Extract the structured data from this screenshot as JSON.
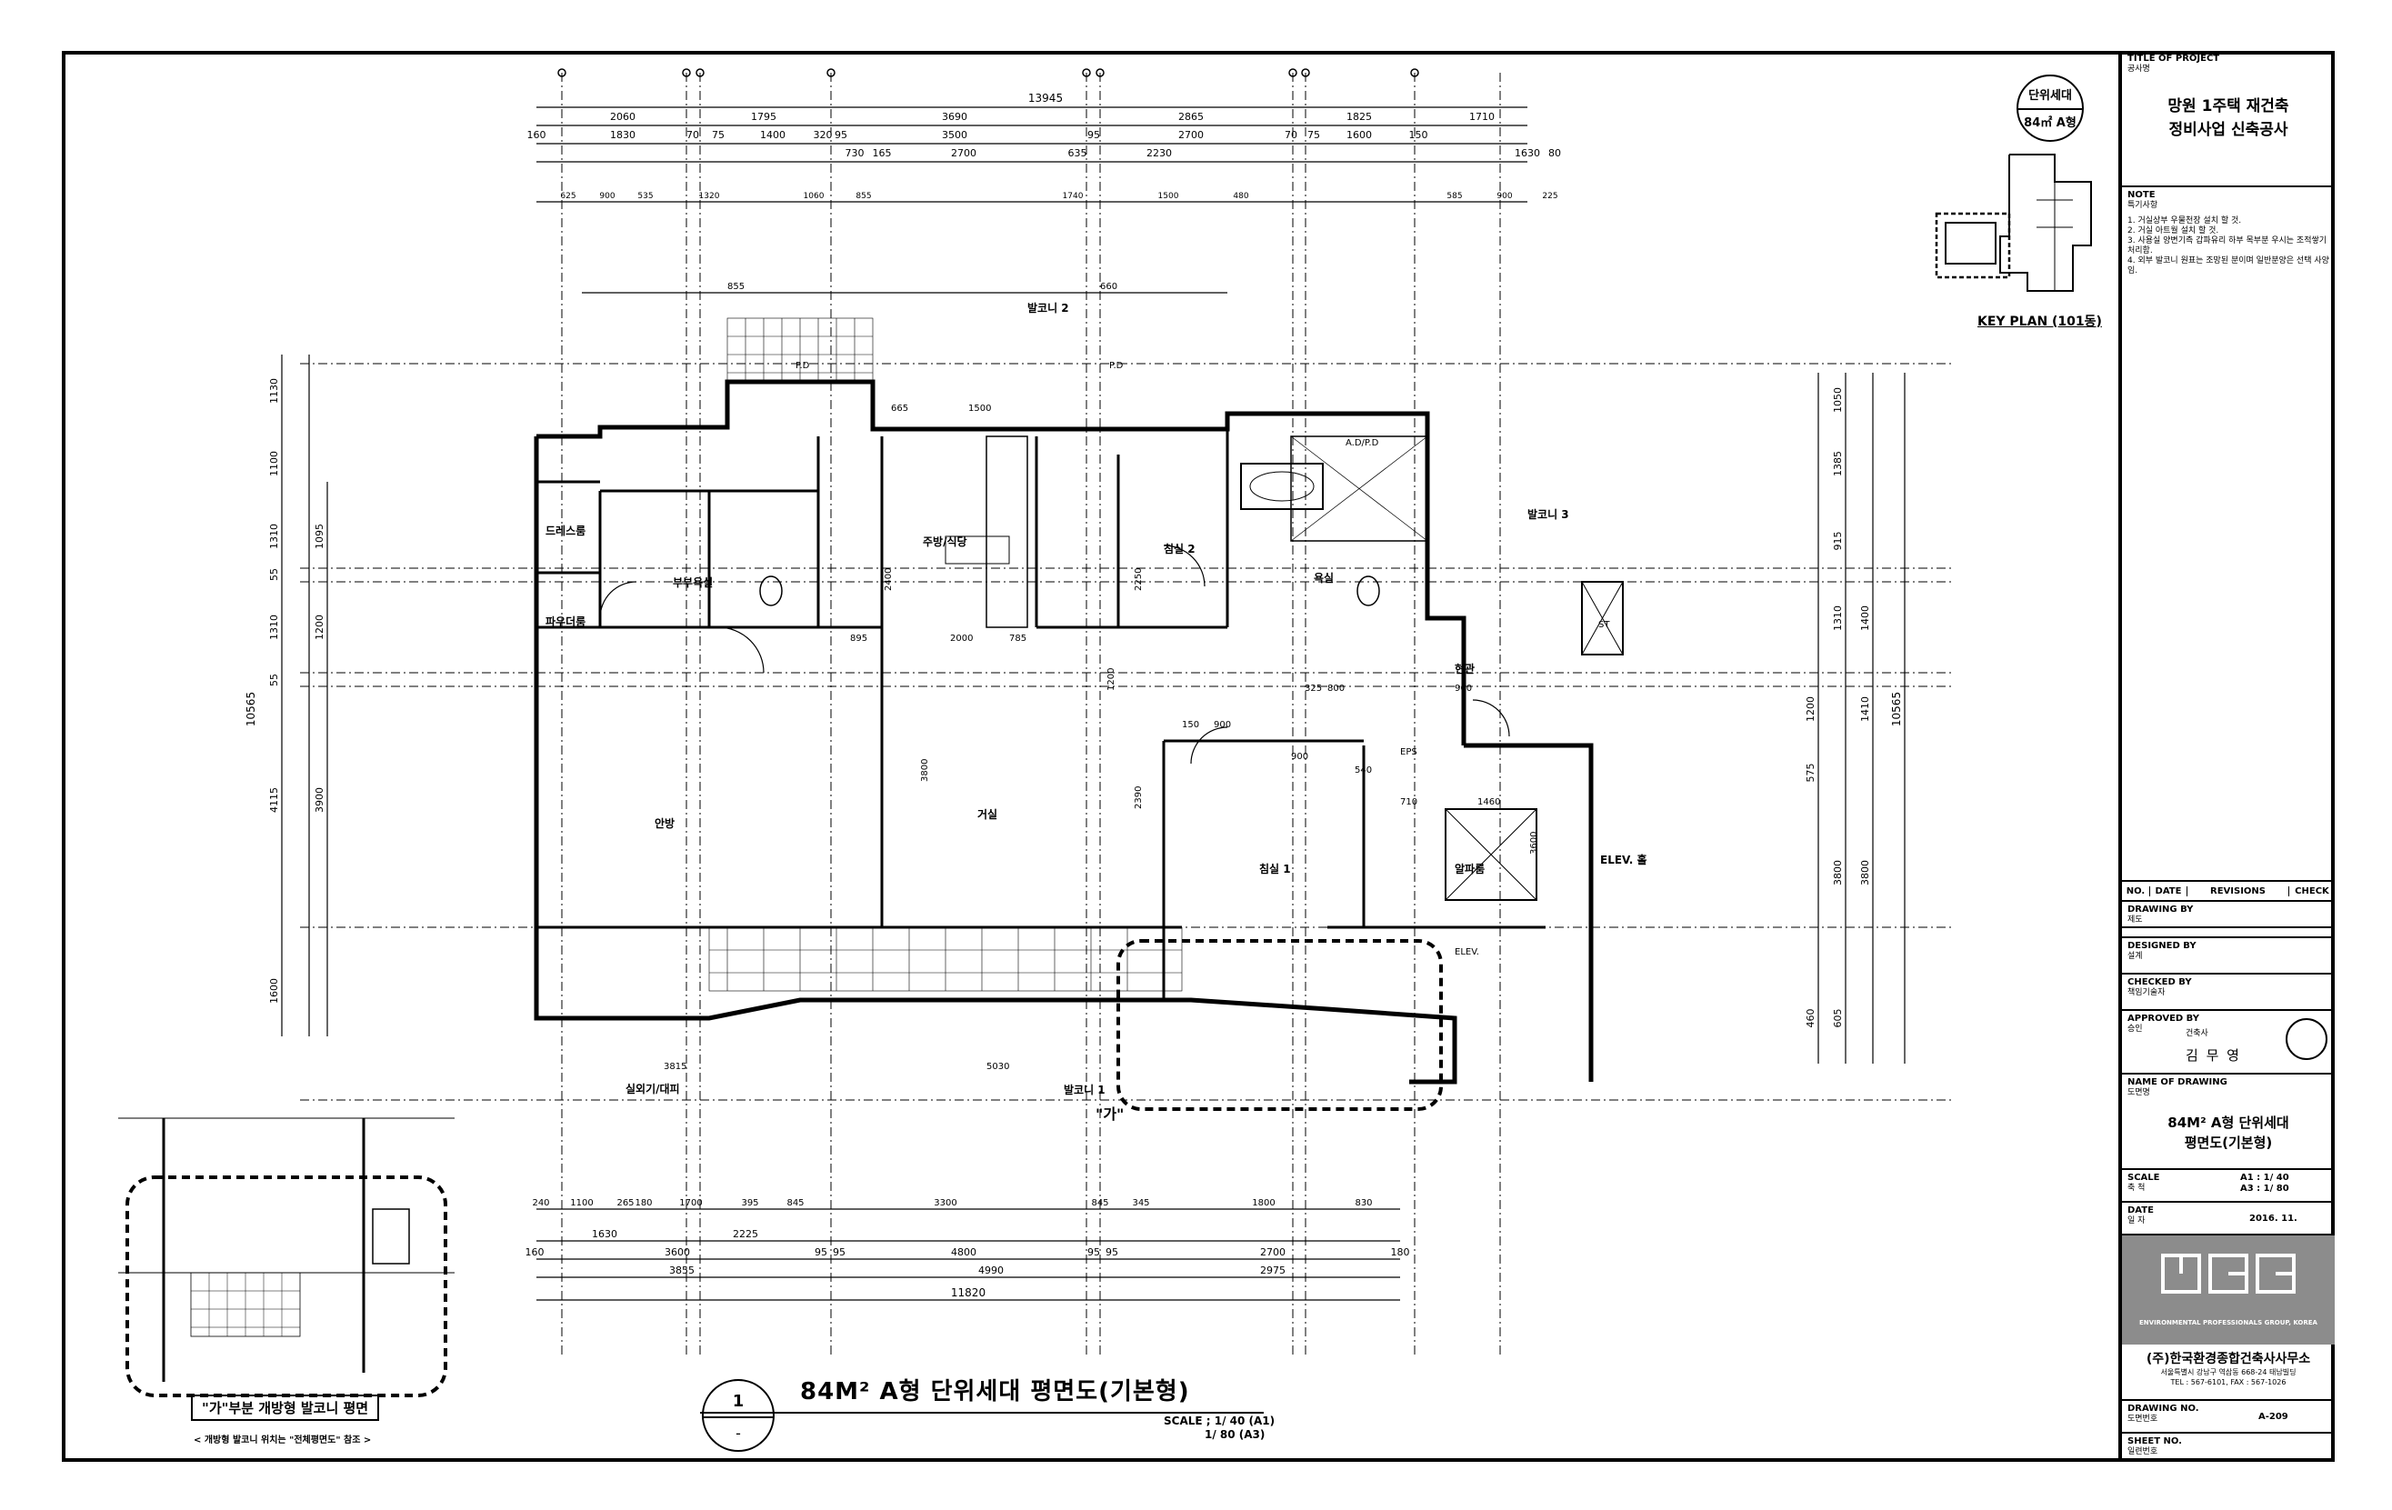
{
  "titleblock": {
    "title_of_project_label": "TITLE OF PROJECT",
    "title_of_project_kr": "공사명",
    "project_line1": "망원 1주택 재건축",
    "project_line2": "정비사업 신축공사",
    "note_label": "NOTE",
    "note_kr": "특기사항",
    "notes": [
      "1. 거실상부 우물천장 설치 할 것.",
      "2. 거실 아트월 설치 할 것.",
      "3. 사용실 양변기측 갑파유리 하부 목부분 우시는 조적쌓기 처리함.",
      "4. 외부 발코니 원표는 조망된 분이며 일반분양은 선택 사양임."
    ],
    "rev_no": "NO.",
    "rev_date": "DATE",
    "rev_revisions": "REVISIONS",
    "rev_check": "CHECK",
    "drawing_by": "DRAWING BY",
    "drawing_by_kr": "제도",
    "designed_by": "DESIGNED BY",
    "designed_by_kr": "설계",
    "checked_by": "CHECKED BY",
    "checked_by_kr": "책임기술자",
    "approved_by": "APPROVED BY",
    "approved_by_kr": "승인",
    "architect_label": "건축사",
    "architect_name": "김 무 영",
    "name_of_drawing": "NAME OF DRAWING",
    "name_of_drawing_kr": "도면명",
    "drawing_name_line1": "84M² A형 단위세대",
    "drawing_name_line2": "평면도(기본형)",
    "scale_label": "SCALE",
    "scale_kr": "축 척",
    "scale_a1": "A1 : 1/ 40",
    "scale_a3": "A3 : 1/ 80",
    "date_label": "DATE",
    "date_kr": "일 자",
    "date_value": "2016. 11.",
    "logo_caption": "ENVIRONMENTAL PROFESSIONALS GROUP, KOREA",
    "firm_name": "(주)한국환경종합건축사사무소",
    "firm_addr": "서울특별시 강남구 역삼동 668-24 태남빌딩",
    "firm_tel": "TEL : 567-6101, FAX : 567-1026",
    "drawing_no_label": "DRAWING NO.",
    "drawing_no_kr": "도면번호",
    "drawing_no": "A-209",
    "sheet_no_label": "SHEET NO.",
    "sheet_no_kr": "일련번호"
  },
  "unit_badge": {
    "top": "단위세대",
    "bottom": "84㎡ A형"
  },
  "keyplan": {
    "label": "KEY PLAN (101동)"
  },
  "drawing": {
    "title": "84M² A형 단위세대 평면도(기본형)",
    "number": "1",
    "number_sub": "-",
    "scale_line1": "SCALE ; 1/ 40 (A1)",
    "scale_line2": "1/ 80 (A3)",
    "detail_title": "\"가\"부분 개방형 발코니 평면",
    "detail_note": "< 개방형 발코니 위치는 \"전체평면도\" 참조 >",
    "callout": "\"가\""
  },
  "dims": {
    "top_total": "13945",
    "top_row1": [
      "2060",
      "1795",
      "3690",
      "2865",
      "1825",
      "1710"
    ],
    "top_row2": [
      "160",
      "1830",
      "70",
      "75",
      "1400",
      "320",
      "95",
      "3500",
      "95",
      "2700",
      "70",
      "75",
      "1600",
      "150"
    ],
    "top_row3": [
      "730",
      "165",
      "2700",
      "635",
      "2230",
      "1630",
      "80"
    ],
    "top_row4": [
      "625",
      "900",
      "535",
      "1320",
      "1060",
      "855",
      "1740",
      "1500",
      "480",
      "585",
      "900",
      "225"
    ],
    "bottom_row1": [
      "240",
      "1100",
      "265",
      "180",
      "1700",
      "395",
      "845",
      "3300",
      "845",
      "345",
      "1800",
      "830"
    ],
    "bottom_row2": [
      "1630",
      "2225"
    ],
    "bottom_row3": [
      "160",
      "3600",
      "95",
      "95",
      "4800",
      "95",
      "95",
      "2700",
      "180"
    ],
    "bottom_row4": [
      "3855",
      "4990",
      "2975"
    ],
    "bottom_total": "11820",
    "left_col1": [
      "1130",
      "1100",
      "1310",
      "55",
      "1310",
      "55",
      "4115",
      "1600"
    ],
    "left_col2": [
      "1095",
      "1200",
      "3900"
    ],
    "left_total": "10565",
    "right_col1": [
      "1050",
      "1385",
      "915",
      "1310",
      "1410",
      "3800",
      "605"
    ],
    "right_col2": [
      "1400",
      "1200",
      "575",
      "3800",
      "460"
    ],
    "right_total": "10565",
    "plan_misc": [
      "855",
      "660",
      "665",
      "1500",
      "2000",
      "895",
      "785",
      "900",
      "150",
      "325",
      "800",
      "900",
      "710",
      "1460",
      "540",
      "3815",
      "5030",
      "2390",
      "3800",
      "3600",
      "2400",
      "2250",
      "1200",
      "900"
    ]
  },
  "rooms": {
    "balcony2": "발코니 2",
    "balcony3": "발코니 3",
    "balcony1": "발코니 1",
    "dress": "드레스룸",
    "powder": "파우더룸",
    "bath_master": "부부욕실",
    "kitchen": "주방/식당",
    "bed2": "침실 2",
    "bath": "욕실",
    "master": "안방",
    "living": "거실",
    "bed1": "침실 1",
    "elev": "ELEV. 홀",
    "entry": "현관",
    "laundry": "실외기/대피",
    "pd": "P.D",
    "adpd": "A.D/P.D",
    "eps": "EPS",
    "st": "ST",
    "alcove": "알파룸",
    "elev_lobby": "ELEV."
  }
}
